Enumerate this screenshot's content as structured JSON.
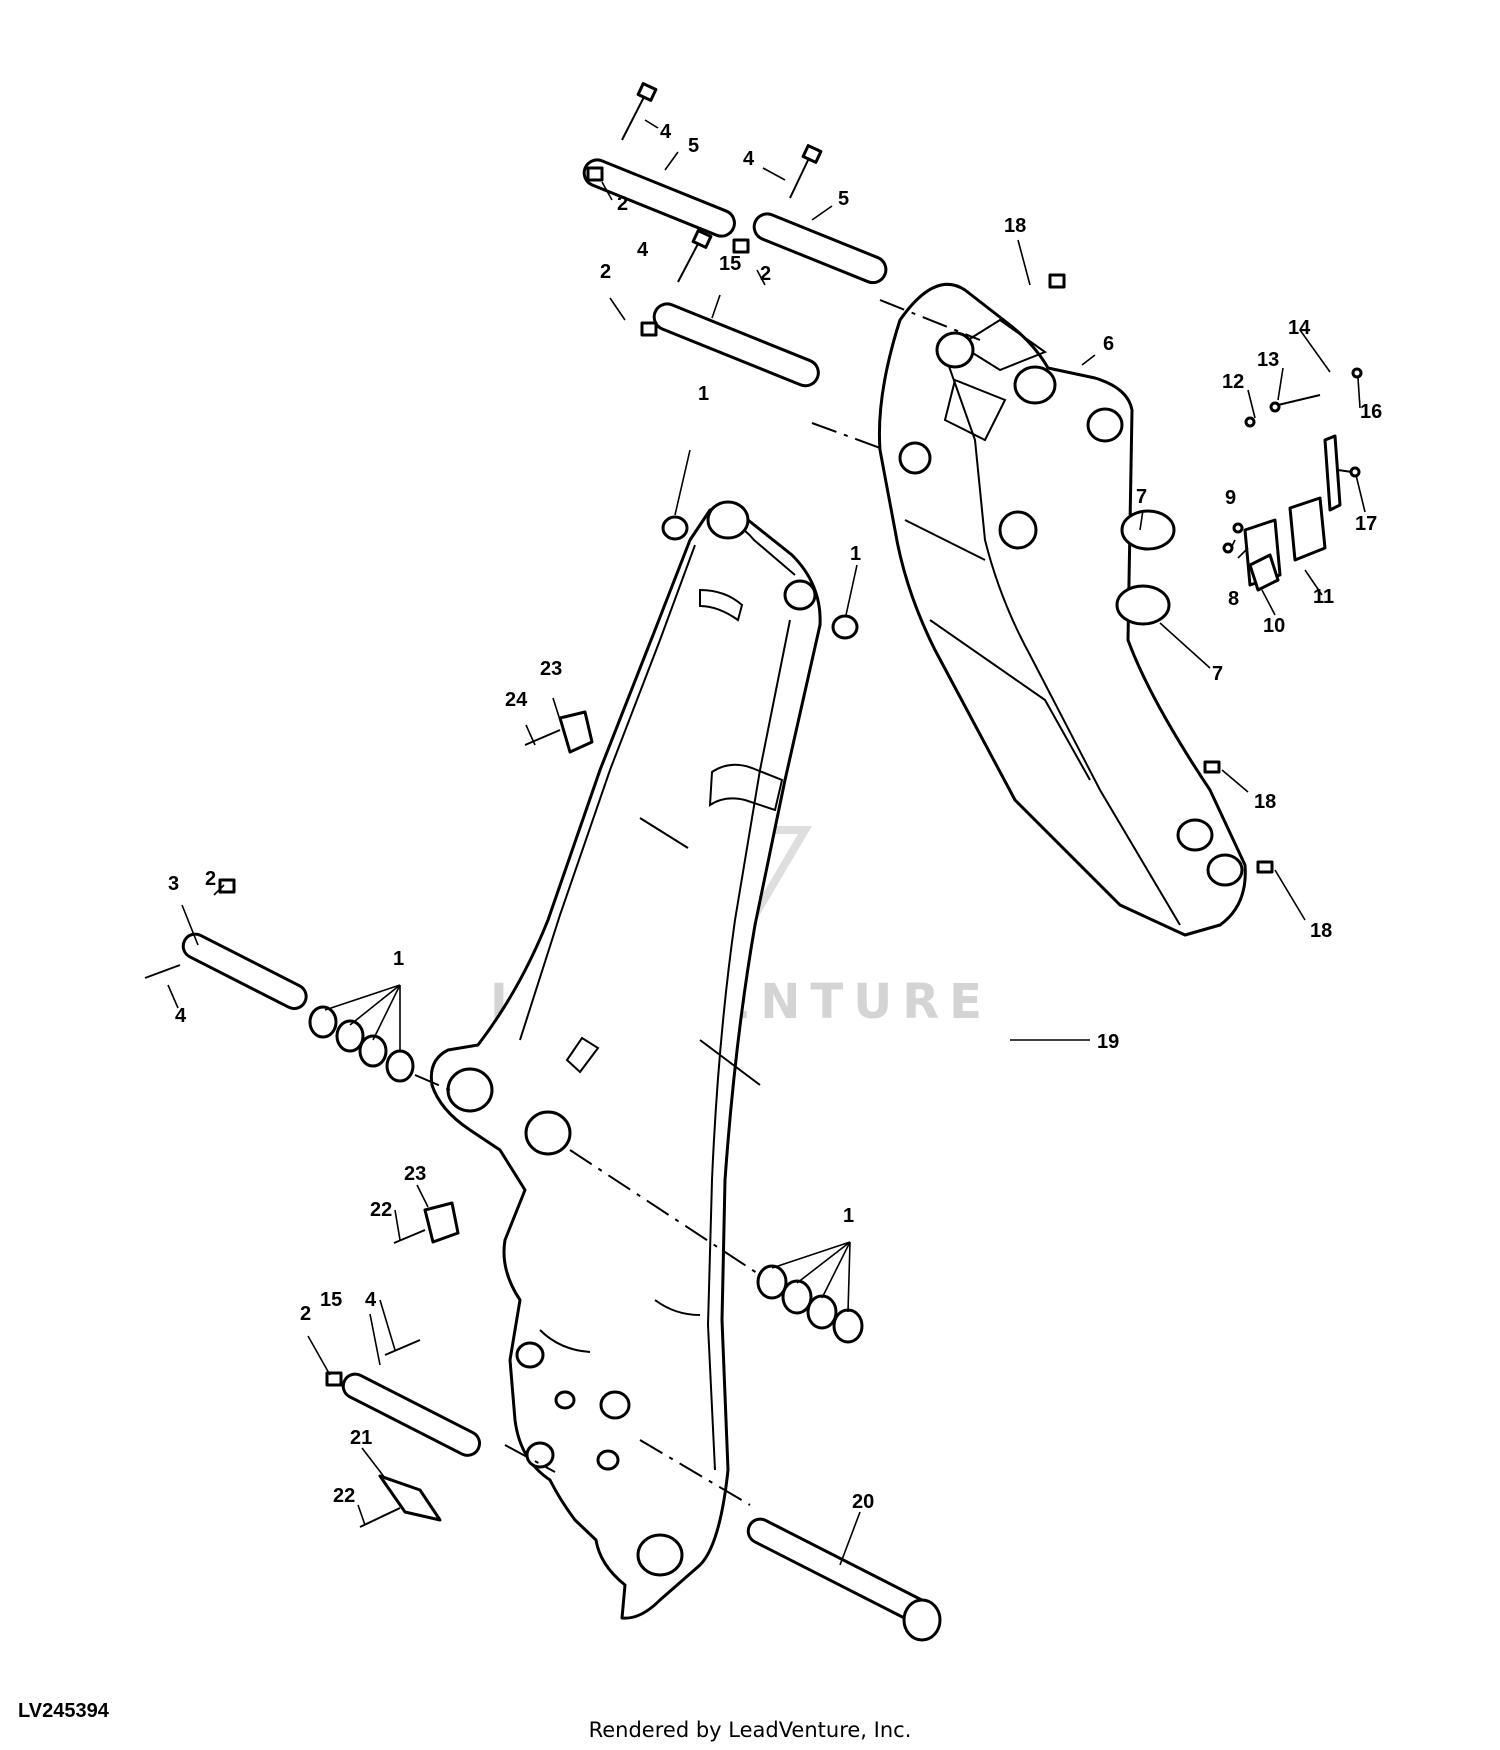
{
  "figure_id": "LV245394",
  "render_credit": "Rendered by LeadVenture, Inc.",
  "watermark": "LEADVENTURE",
  "colors": {
    "line": "#000000",
    "background": "#ffffff",
    "watermark": "#d4d4d4"
  },
  "callouts": [
    {
      "id": "c-1a",
      "label": "1"
    },
    {
      "id": "c-1b",
      "label": "1"
    },
    {
      "id": "c-1c",
      "label": "1"
    },
    {
      "id": "c-1d",
      "label": "1"
    },
    {
      "id": "c-2a",
      "label": "2"
    },
    {
      "id": "c-2b",
      "label": "2"
    },
    {
      "id": "c-2c",
      "label": "2"
    },
    {
      "id": "c-2d",
      "label": "2"
    },
    {
      "id": "c-2e",
      "label": "2"
    },
    {
      "id": "c-3",
      "label": "3"
    },
    {
      "id": "c-4a",
      "label": "4"
    },
    {
      "id": "c-4b",
      "label": "4"
    },
    {
      "id": "c-4c",
      "label": "4"
    },
    {
      "id": "c-4d",
      "label": "4"
    },
    {
      "id": "c-4e",
      "label": "4"
    },
    {
      "id": "c-5a",
      "label": "5"
    },
    {
      "id": "c-5b",
      "label": "5"
    },
    {
      "id": "c-6",
      "label": "6"
    },
    {
      "id": "c-7a",
      "label": "7"
    },
    {
      "id": "c-7b",
      "label": "7"
    },
    {
      "id": "c-8",
      "label": "8"
    },
    {
      "id": "c-9",
      "label": "9"
    },
    {
      "id": "c-10",
      "label": "10"
    },
    {
      "id": "c-11",
      "label": "11"
    },
    {
      "id": "c-12",
      "label": "12"
    },
    {
      "id": "c-13",
      "label": "13"
    },
    {
      "id": "c-14",
      "label": "14"
    },
    {
      "id": "c-15a",
      "label": "15"
    },
    {
      "id": "c-15b",
      "label": "15"
    },
    {
      "id": "c-16",
      "label": "16"
    },
    {
      "id": "c-17",
      "label": "17"
    },
    {
      "id": "c-18a",
      "label": "18"
    },
    {
      "id": "c-18b",
      "label": "18"
    },
    {
      "id": "c-18c",
      "label": "18"
    },
    {
      "id": "c-19",
      "label": "19"
    },
    {
      "id": "c-20",
      "label": "20"
    },
    {
      "id": "c-21",
      "label": "21"
    },
    {
      "id": "c-22a",
      "label": "22"
    },
    {
      "id": "c-22b",
      "label": "22"
    },
    {
      "id": "c-23a",
      "label": "23"
    },
    {
      "id": "c-23b",
      "label": "23"
    },
    {
      "id": "c-24",
      "label": "24"
    }
  ]
}
